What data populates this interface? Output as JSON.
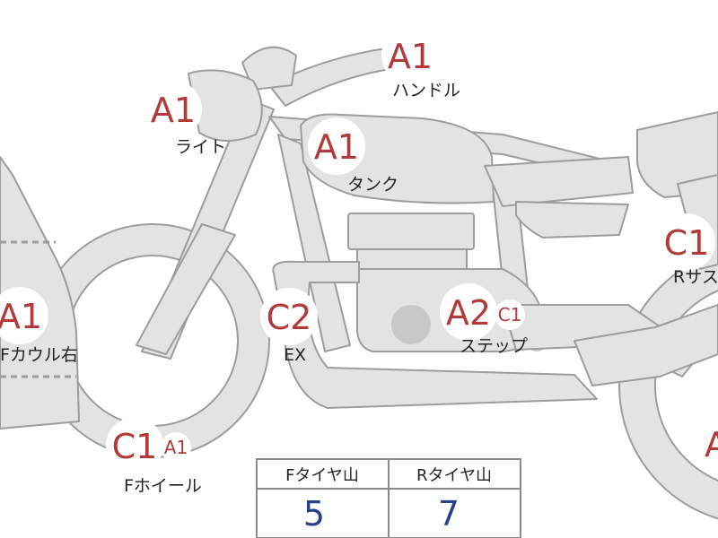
{
  "colors": {
    "body_fill": "#e3e3e1",
    "body_stroke": "#9d9d9d",
    "badge_text": "#b23a3a",
    "value_text": "#2b3f8f",
    "table_border": "#8a8a8a"
  },
  "badges": {
    "handle": "A1",
    "light": "A1",
    "tank": "A1",
    "rear_suspension": "C1",
    "front_cowl": "A1",
    "exhaust": "C2",
    "step_main": "A2",
    "step_sub": "C1",
    "front_wheel_main": "C1",
    "front_wheel_sub": "A1",
    "rear_wheel": "A"
  },
  "labels": {
    "handle": "ハンドル",
    "light": "ライト",
    "tank": "タンク",
    "rear_suspension": "Rサス",
    "front_cowl": "Fカウル右",
    "exhaust": "EX",
    "step": "ステップ",
    "front_wheel": "Fホイール"
  },
  "tire_table": {
    "headers": [
      "Fタイヤ山",
      "Rタイヤ山"
    ],
    "values": [
      "5",
      "7"
    ]
  }
}
